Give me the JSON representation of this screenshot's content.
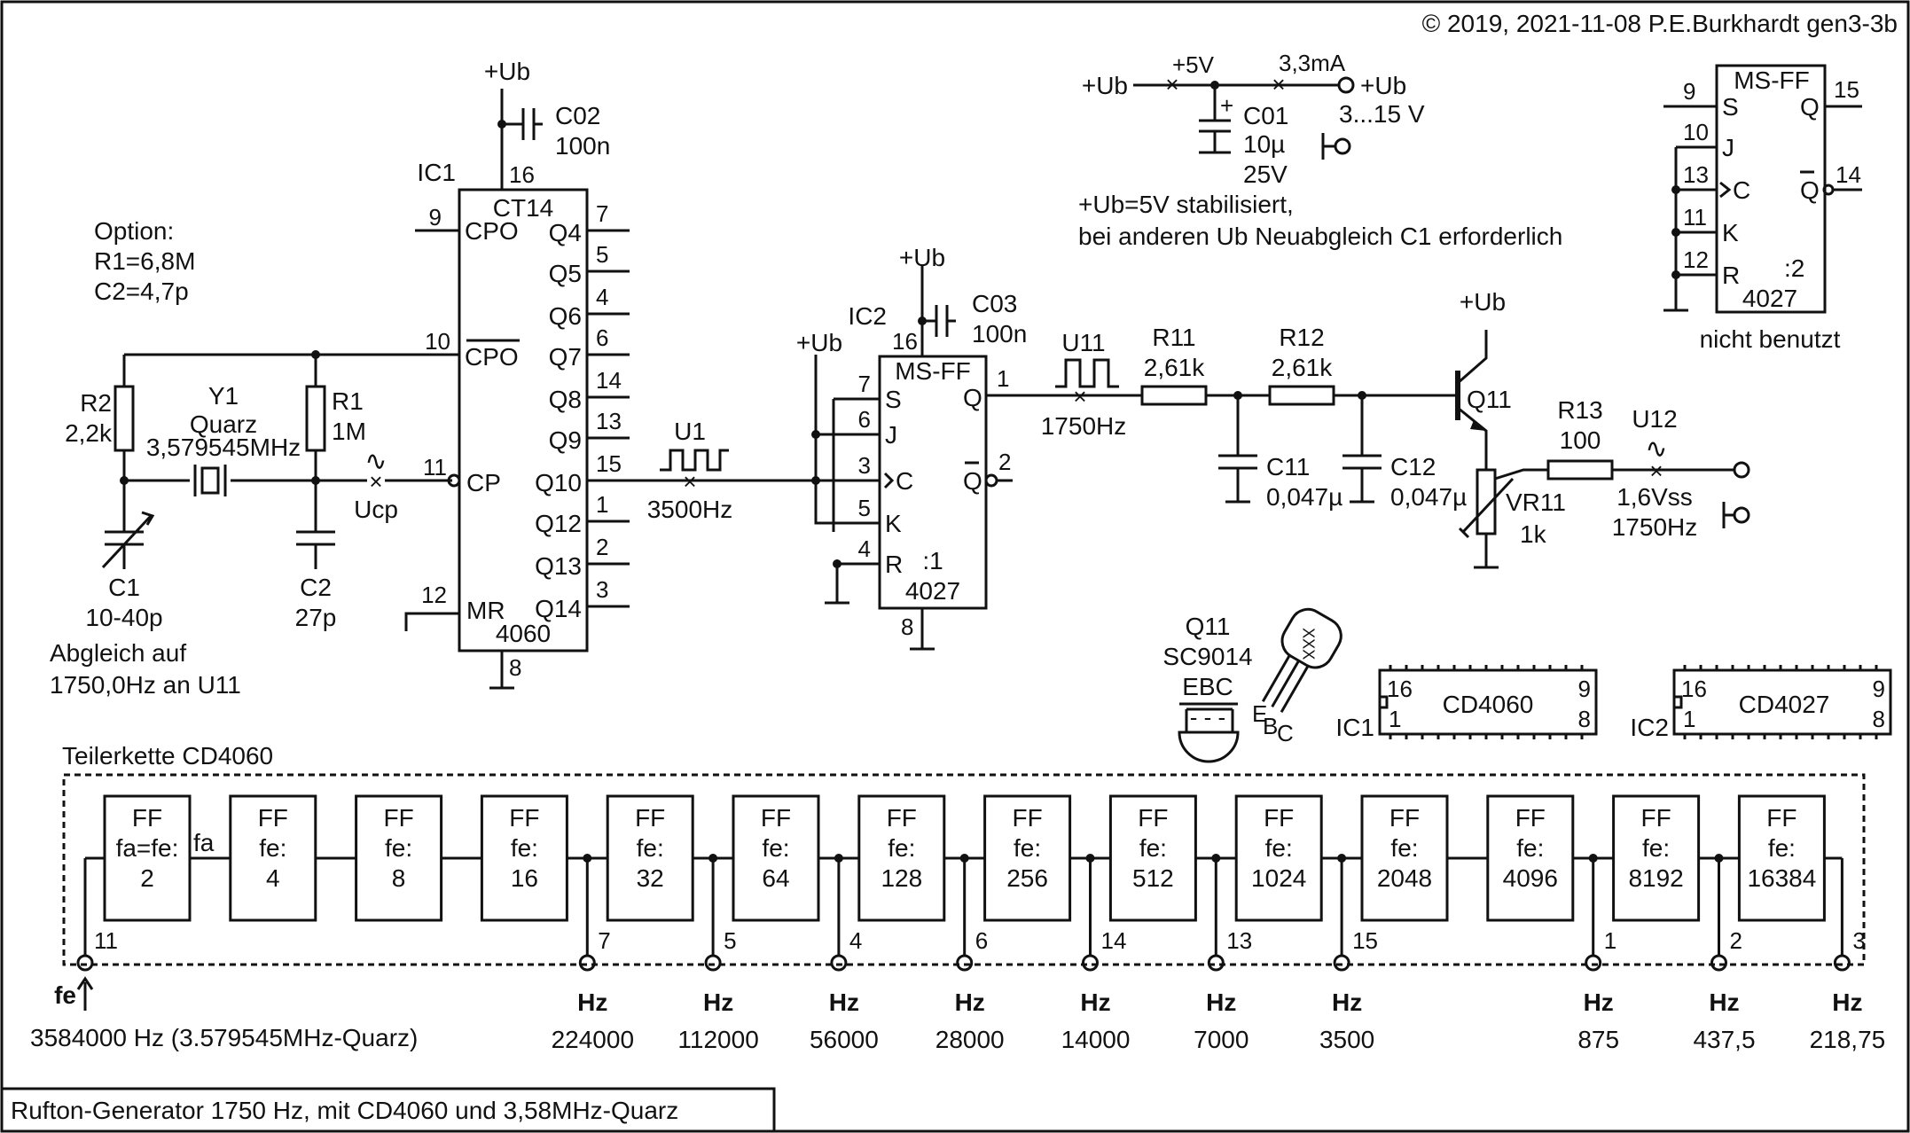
{
  "copyright": "© 2019, 2021-11-08 P.E.Burkhardt gen3-3b",
  "caption": "Rufton-Generator 1750 Hz, mit CD4060 und 3,58MHz-Quarz",
  "supply": {
    "ub_in": "+Ub",
    "v5": "+5V",
    "current": "3,3mA",
    "ub_out": "+Ub",
    "range": "3...15 V",
    "cap": "C01",
    "cap_val": "10µ",
    "cap_v": "25V",
    "note1": "+Ub=5V stabilisiert,",
    "note2": "bei anderen Ub Neuabgleich C1 erforderlich"
  },
  "option": {
    "title": "Option:",
    "r1": "R1=6,8M",
    "c2": "C2=4,7p"
  },
  "osc": {
    "r2": "R2",
    "r2_val": "2,2k",
    "y1": "Y1",
    "y1_type": "Quarz",
    "y1_freq": "3,579545MHz",
    "r1": "R1",
    "r1_val": "1M",
    "c1": "C1",
    "c1_val": "10-40p",
    "c2": "C2",
    "c2_val": "27p",
    "ucp": "Ucp",
    "adjust1": "Abgleich auf",
    "adjust2": "1750,0Hz an U11"
  },
  "ic1": {
    "ref": "IC1",
    "func": "CT14",
    "part": "4060",
    "ub": "+Ub",
    "cap": "C02",
    "cap_val": "100n",
    "vcc_pin": "16",
    "gnd_pin": "8",
    "left": [
      {
        "pin": "9",
        "name": "CPO"
      },
      {
        "pin": "10",
        "name": "CPO"
      },
      {
        "pin": "11",
        "name": "CP"
      },
      {
        "pin": "12",
        "name": "MR"
      }
    ],
    "right": [
      {
        "pin": "7",
        "name": "Q4"
      },
      {
        "pin": "5",
        "name": "Q5"
      },
      {
        "pin": "4",
        "name": "Q6"
      },
      {
        "pin": "6",
        "name": "Q7"
      },
      {
        "pin": "14",
        "name": "Q8"
      },
      {
        "pin": "13",
        "name": "Q9"
      },
      {
        "pin": "15",
        "name": "Q10"
      },
      {
        "pin": "1",
        "name": "Q12"
      },
      {
        "pin": "2",
        "name": "Q13"
      },
      {
        "pin": "3",
        "name": "Q14"
      }
    ]
  },
  "u1": {
    "label": "U1",
    "freq": "3500Hz"
  },
  "ic2": {
    "ref": "IC2",
    "func": "MS-FF",
    "part": "4027",
    "div": ":1",
    "ub": "+Ub",
    "ub_left": "+Ub",
    "cap": "C03",
    "cap_val": "100n",
    "vcc_pin": "16",
    "gnd_pin": "8",
    "left": [
      {
        "pin": "7",
        "name": "S"
      },
      {
        "pin": "6",
        "name": "J"
      },
      {
        "pin": "3",
        "name": "C"
      },
      {
        "pin": "5",
        "name": "K"
      },
      {
        "pin": "4",
        "name": "R"
      }
    ],
    "right": [
      {
        "pin": "1",
        "name": "Q"
      },
      {
        "pin": "2",
        "name": "Q"
      }
    ]
  },
  "u11": {
    "label": "U11",
    "freq": "1750Hz"
  },
  "filter": {
    "r11": "R11",
    "r11_val": "2,61k",
    "r12": "R12",
    "r12_val": "2,61k",
    "c11": "C11",
    "c11_val": "0,047µ",
    "c12": "C12",
    "c12_val": "0,047µ"
  },
  "output": {
    "ub": "+Ub",
    "q11": "Q11",
    "vr11": "VR11",
    "vr11_val": "1k",
    "r13": "R13",
    "r13_val": "100",
    "u12": "U12",
    "amp": "1,6Vss",
    "freq": "1750Hz"
  },
  "unused_ff": {
    "func": "MS-FF",
    "part": "4027",
    "div": ":2",
    "note": "nicht benutzt",
    "left": [
      {
        "pin": "9",
        "name": "S"
      },
      {
        "pin": "10",
        "name": "J"
      },
      {
        "pin": "13",
        "name": "C"
      },
      {
        "pin": "11",
        "name": "K"
      },
      {
        "pin": "12",
        "name": "R"
      }
    ],
    "right": [
      {
        "pin": "15",
        "name": "Q"
      },
      {
        "pin": "14",
        "name": "Q"
      }
    ]
  },
  "transistor": {
    "ref": "Q11",
    "type": "SC9014",
    "pins": "EBC",
    "marking": "XXX",
    "e": "E",
    "b": "B",
    "c": "C"
  },
  "packages": [
    {
      "ref": "IC1",
      "name": "CD4060",
      "p16": "16",
      "p1": "1",
      "p9": "9",
      "p8": "8"
    },
    {
      "ref": "IC2",
      "name": "CD4027",
      "p16": "16",
      "p1": "1",
      "p9": "9",
      "p8": "8"
    }
  ],
  "chain": {
    "title": "Teilerkette CD4060",
    "ff_label": "FF",
    "fa": "fa",
    "fe": "fe",
    "blocks": [
      {
        "l2": "fa=fe:",
        "l3": "2"
      },
      {
        "l2": "fe:",
        "l3": "4"
      },
      {
        "l2": "fe:",
        "l3": "8"
      },
      {
        "l2": "fe:",
        "l3": "16"
      },
      {
        "l2": "fe:",
        "l3": "32"
      },
      {
        "l2": "fe:",
        "l3": "64"
      },
      {
        "l2": "fe:",
        "l3": "128"
      },
      {
        "l2": "fe:",
        "l3": "256"
      },
      {
        "l2": "fe:",
        "l3": "512"
      },
      {
        "l2": "fe:",
        "l3": "1024"
      },
      {
        "l2": "fe:",
        "l3": "2048"
      },
      {
        "l2": "fe:",
        "l3": "4096"
      },
      {
        "l2": "fe:",
        "l3": "8192"
      },
      {
        "l2": "fe:",
        "l3": "16384"
      }
    ],
    "input_pin": "11",
    "input_freq": "3584000 Hz (3.579545MHz-Quarz)",
    "taps": [
      {
        "pin": "7",
        "unit": "Hz",
        "freq": "224000"
      },
      {
        "pin": "5",
        "unit": "Hz",
        "freq": "112000"
      },
      {
        "pin": "4",
        "unit": "Hz",
        "freq": "56000"
      },
      {
        "pin": "6",
        "unit": "Hz",
        "freq": "28000"
      },
      {
        "pin": "14",
        "unit": "Hz",
        "freq": "14000"
      },
      {
        "pin": "13",
        "unit": "Hz",
        "freq": "7000"
      },
      {
        "pin": "15",
        "unit": "Hz",
        "freq": "3500"
      },
      {
        "pin": "1",
        "unit": "Hz",
        "freq": "875"
      },
      {
        "pin": "2",
        "unit": "Hz",
        "freq": "437,5"
      },
      {
        "pin": "3",
        "unit": "Hz",
        "freq": "218,75"
      }
    ]
  }
}
